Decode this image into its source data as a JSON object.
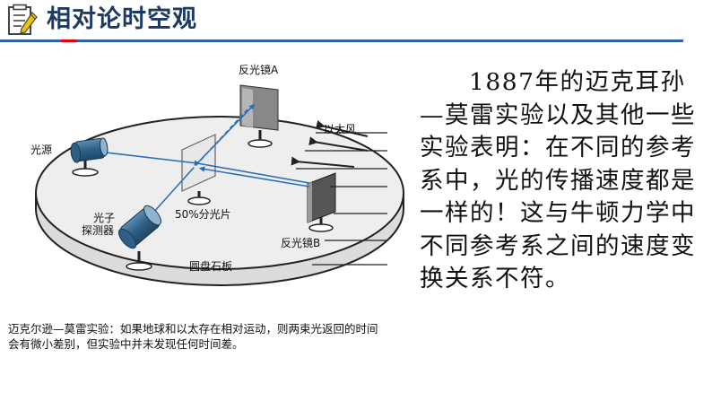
{
  "header": {
    "title": "相对论时空观",
    "icon": "checklist-pencil-icon",
    "accent_color": "#2e64a6",
    "red_mark_color": "#e60012"
  },
  "diagram": {
    "labels": {
      "mirror_a": "反光镜A",
      "ether_wind": "以太风",
      "light_source": "光源",
      "photon_detector_line1": "光子",
      "photon_detector_line2": "探测器",
      "beam_splitter": "50%分光片",
      "mirror_b": "反光镜B",
      "stone_disk": "圆盘石板"
    },
    "beam_color": "#2a6fb5",
    "device_color": "#3d6e93"
  },
  "caption": "迈克尔逊—莫雷实验：如果地球和以太存在相对运动，则两束光返回的时间会有微小差别，但实验中并未发现任何时间差。",
  "main_text": "1887年的迈克耳孙—莫雷实验以及其他一些实验表明：在不同的参考系中，光的传播速度都是一样的！这与牛顿力学中不同参考系之间的速度变换关系不符。"
}
